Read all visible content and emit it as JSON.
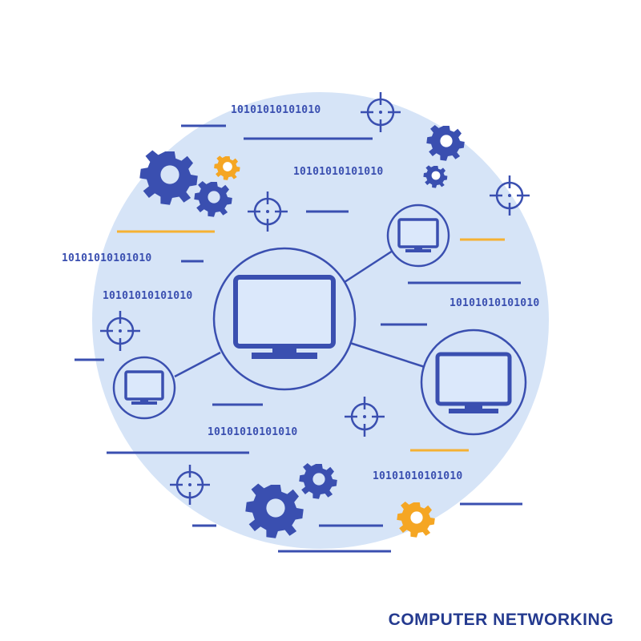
{
  "caption": "COMPUTER NETWORKING",
  "binary_strings": [
    "10101010101010",
    "10101010101010",
    "10101010101010",
    "10101010101010",
    "10101010101010",
    "10101010101010",
    "10101010101010"
  ],
  "colors": {
    "background": "#ffffff",
    "circle_fill": "#d6e4f7",
    "outline": "#3a4fb0",
    "screen_fill": "#dbe8fb",
    "gear_blue": "#3a4fb0",
    "gear_orange": "#f5a623",
    "accent_line_orange": "#f5b133"
  },
  "icons": [
    "monitor-icon",
    "gear-icon",
    "crosshair-icon"
  ]
}
